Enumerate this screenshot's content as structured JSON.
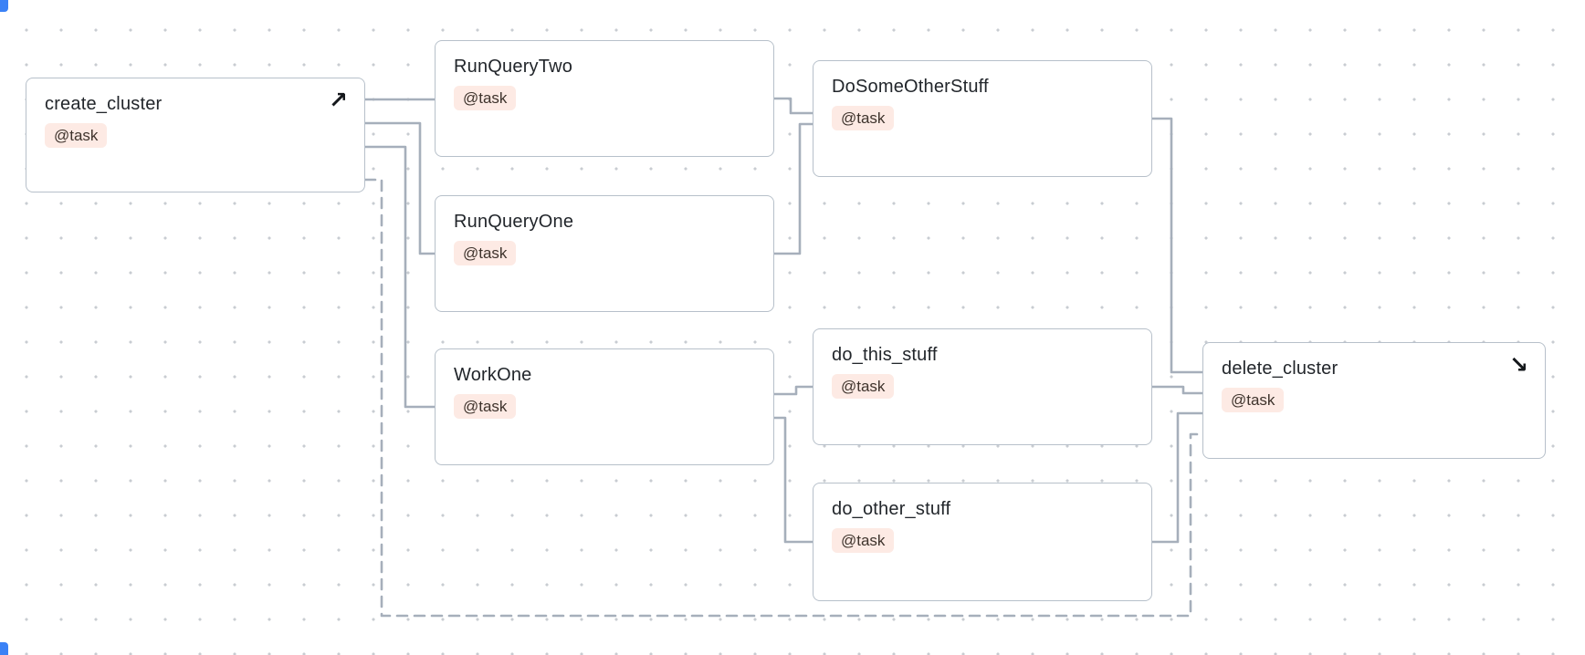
{
  "canvas": {
    "background": "#ffffff",
    "dot_color": "#c8ccd2",
    "edge_color": "#a6afbb",
    "node_border_color": "#b7c0ca",
    "node_background": "#ffffff",
    "title_color": "#22262b",
    "badge_background": "#fdeae4",
    "badge_text_color": "#3e332c",
    "fragment_color": "#3b82f6"
  },
  "icons": {
    "arrow_up_right": "↗",
    "arrow_down_right": "↘"
  },
  "nodes": [
    {
      "id": "create_cluster",
      "title": "create_cluster",
      "badge": "@task",
      "corner_icon": "arrow-up-right"
    },
    {
      "id": "RunQueryTwo",
      "title": "RunQueryTwo",
      "badge": "@task"
    },
    {
      "id": "RunQueryOne",
      "title": "RunQueryOne",
      "badge": "@task"
    },
    {
      "id": "WorkOne",
      "title": "WorkOne",
      "badge": "@task"
    },
    {
      "id": "DoSomeOtherStuff",
      "title": "DoSomeOtherStuff",
      "badge": "@task"
    },
    {
      "id": "do_this_stuff",
      "title": "do_this_stuff",
      "badge": "@task"
    },
    {
      "id": "do_other_stuff",
      "title": "do_other_stuff",
      "badge": "@task"
    },
    {
      "id": "delete_cluster",
      "title": "delete_cluster",
      "badge": "@task",
      "corner_icon": "arrow-down-right"
    }
  ],
  "edges": [
    {
      "from": "create_cluster",
      "to": "RunQueryTwo",
      "style": "solid"
    },
    {
      "from": "create_cluster",
      "to": "RunQueryOne",
      "style": "solid"
    },
    {
      "from": "create_cluster",
      "to": "WorkOne",
      "style": "solid"
    },
    {
      "from": "RunQueryTwo",
      "to": "DoSomeOtherStuff",
      "style": "solid"
    },
    {
      "from": "RunQueryOne",
      "to": "DoSomeOtherStuff",
      "style": "solid"
    },
    {
      "from": "WorkOne",
      "to": "do_this_stuff",
      "style": "solid"
    },
    {
      "from": "WorkOne",
      "to": "do_other_stuff",
      "style": "solid"
    },
    {
      "from": "DoSomeOtherStuff",
      "to": "delete_cluster",
      "style": "solid"
    },
    {
      "from": "do_this_stuff",
      "to": "delete_cluster",
      "style": "solid"
    },
    {
      "from": "do_other_stuff",
      "to": "delete_cluster",
      "style": "solid"
    },
    {
      "from": "create_cluster",
      "to": "delete_cluster",
      "style": "dashed"
    }
  ]
}
